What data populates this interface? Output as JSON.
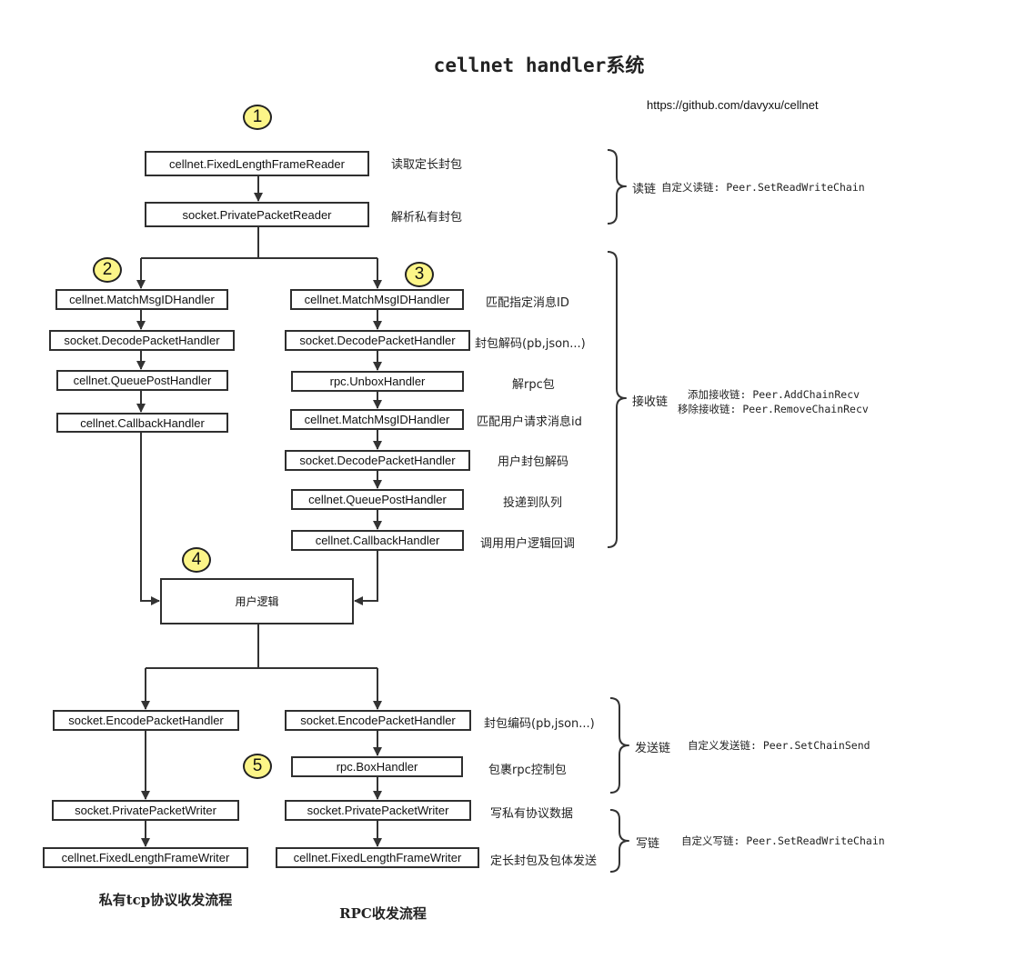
{
  "title": "cellnet handler系统",
  "url": "https://github.com/davyxu/cellnet",
  "badges": [
    "1",
    "2",
    "3",
    "4",
    "5"
  ],
  "read_chain": {
    "boxes": [
      "cellnet.FixedLengthFrameReader",
      "socket.PrivatePacketReader"
    ],
    "notes": [
      "读取定长封包",
      "解析私有封包"
    ],
    "brace_label": "读链",
    "brace_desc": "自定义读链: Peer.SetReadWriteChain"
  },
  "private_recv": {
    "boxes": [
      "cellnet.MatchMsgIDHandler",
      "socket.DecodePacketHandler",
      "cellnet.QueuePostHandler",
      "cellnet.CallbackHandler"
    ]
  },
  "rpc_recv": {
    "boxes": [
      "cellnet.MatchMsgIDHandler",
      "socket.DecodePacketHandler",
      "rpc.UnboxHandler",
      "cellnet.MatchMsgIDHandler",
      "socket.DecodePacketHandler",
      "cellnet.QueuePostHandler",
      "cellnet.CallbackHandler"
    ],
    "notes": [
      "匹配指定消息ID",
      "封包解码(pb,json...)",
      "解rpc包",
      "匹配用户请求消息id",
      "用户封包解码",
      "投递到队列",
      "调用用户逻辑回调"
    ],
    "brace_label": "接收链",
    "brace_desc_1": "添加接收链: Peer.AddChainRecv",
    "brace_desc_2": "移除接收链: Peer.RemoveChainRecv"
  },
  "user_logic": "用户逻辑",
  "private_send": {
    "boxes": [
      "socket.EncodePacketHandler",
      "socket.PrivatePacketWriter",
      "cellnet.FixedLengthFrameWriter"
    ]
  },
  "rpc_send": {
    "boxes": [
      "socket.EncodePacketHandler",
      "rpc.BoxHandler",
      "socket.PrivatePacketWriter",
      "cellnet.FixedLengthFrameWriter"
    ],
    "notes": [
      "封包编码(pb,json...)",
      "包裹rpc控制包",
      "写私有协议数据",
      "定长封包及包体发送"
    ],
    "send_brace_label": "发送链",
    "send_brace_desc": "自定义发送链: Peer.SetChainSend",
    "write_brace_label": "写链",
    "write_brace_desc": "自定义写链: Peer.SetReadWriteChain"
  },
  "footers": {
    "private": "私有tcp协议收发流程",
    "rpc": "RPC收发流程"
  }
}
